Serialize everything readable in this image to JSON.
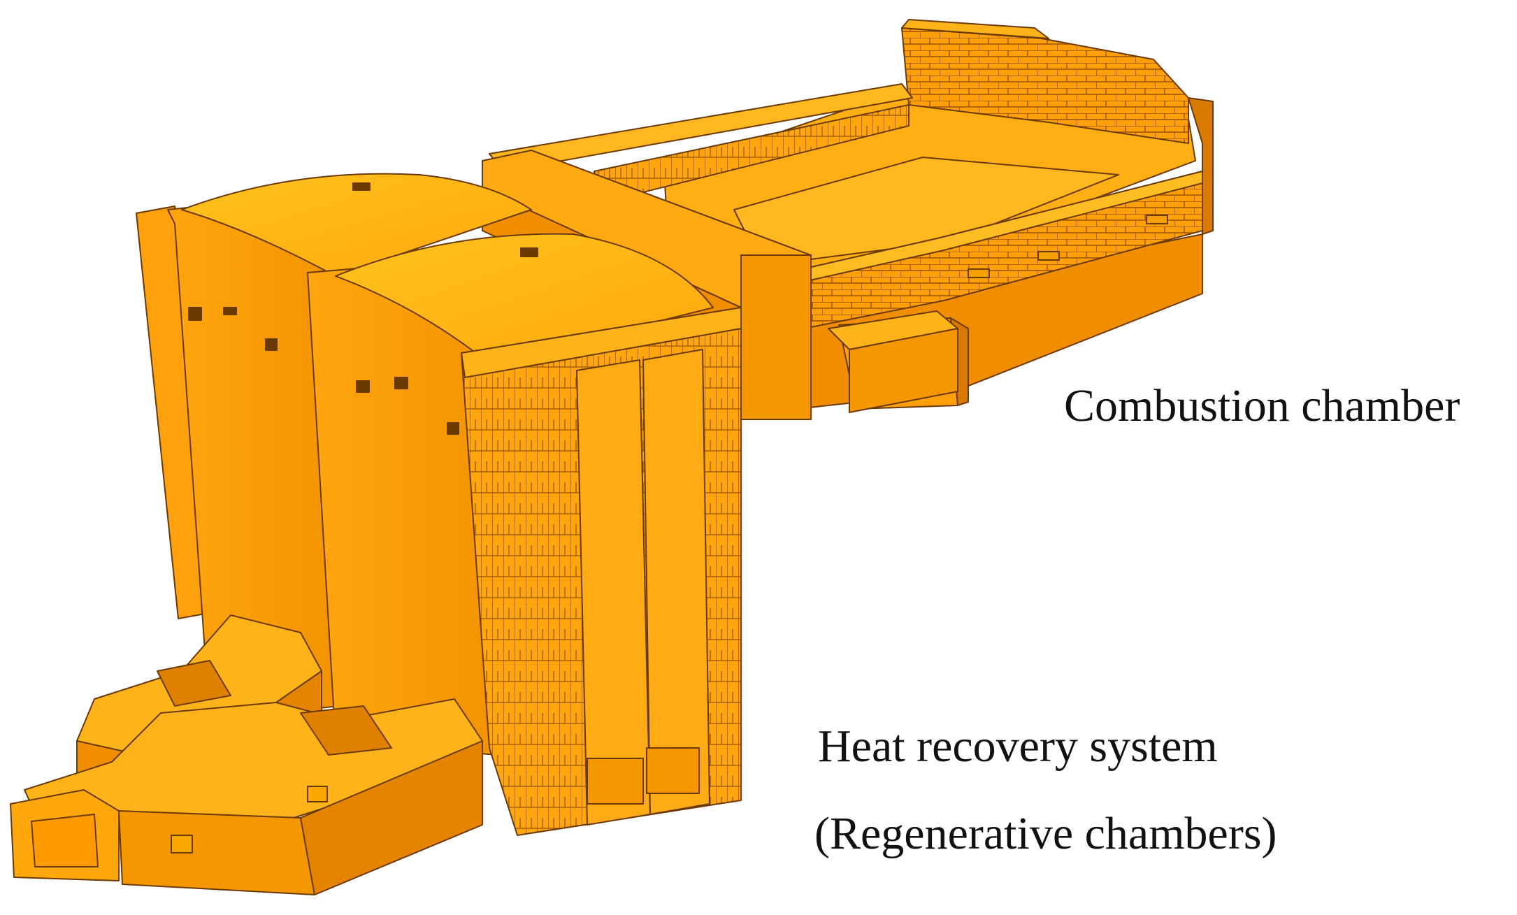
{
  "labels": {
    "combustion_chamber": "Combustion chamber",
    "heat_recovery_line1": "Heat recovery system",
    "heat_recovery_line2": "(Regenerative chambers)"
  },
  "colors": {
    "background": "#ffffff",
    "face_light": "#ffb31a",
    "face_mid": "#ff9f0a",
    "face_dark": "#e98400",
    "face_deep": "#c96e00",
    "top_glow": "#ffc21f",
    "outline": "#6b3a00",
    "text": "#111111"
  }
}
